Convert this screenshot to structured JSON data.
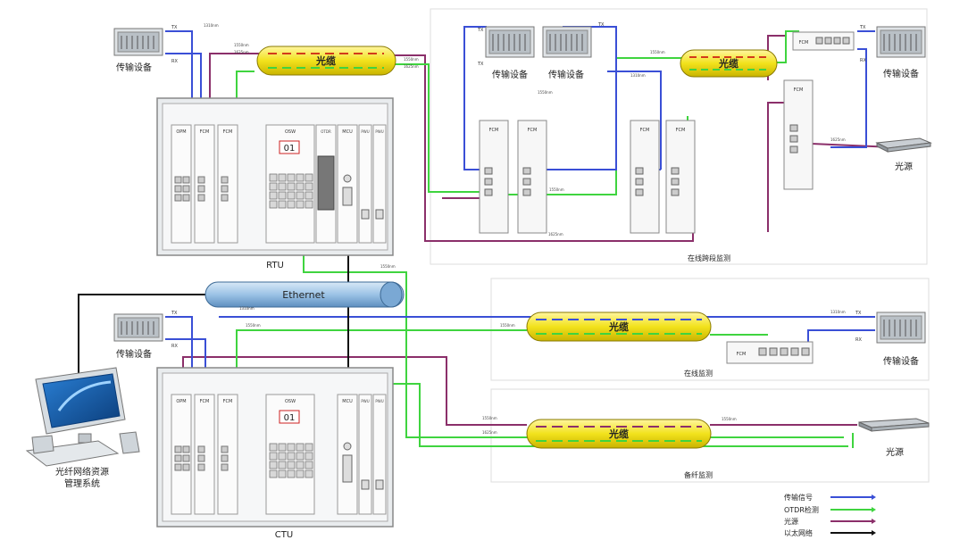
{
  "colors": {
    "transmission": "#3a4fd6",
    "otdr": "#3fd43f",
    "light_source": "#8b2f6a",
    "ethernet": "#111111",
    "cable_fill": "#f2e21c",
    "cable_dash": "#d23a1a",
    "ethernet_fill": "#9cc3e6"
  },
  "labels": {
    "transport_equipment": "传输设备",
    "light_source": "光源",
    "rtu": "RTU",
    "ctu": "CTU",
    "ethernet": "Ethernet",
    "cable": "光缆",
    "online_segment": "在线跨段监测",
    "online_monitor": "在线监测",
    "spare_monitor": "备纤监测",
    "system_line1": "光纤网络资源",
    "system_line2": "管理系统",
    "tx": "TX",
    "rx": "RX"
  },
  "modules": {
    "opm": "OPM",
    "fcm": "FCM",
    "osw": "OSW",
    "otdr": "OTDR",
    "mcu": "MCU",
    "pwu": "PWU",
    "osw_display": "01"
  },
  "legend": {
    "items": [
      {
        "label": "传输信号",
        "color_key": "transmission"
      },
      {
        "label": "OTDR检测",
        "color_key": "otdr"
      },
      {
        "label": "光源",
        "color_key": "light_source"
      },
      {
        "label": "以太网络",
        "color_key": "ethernet"
      }
    ]
  },
  "wavelengths": {
    "w1": "1310nm",
    "w2": "1550nm",
    "w3": "1625nm"
  }
}
